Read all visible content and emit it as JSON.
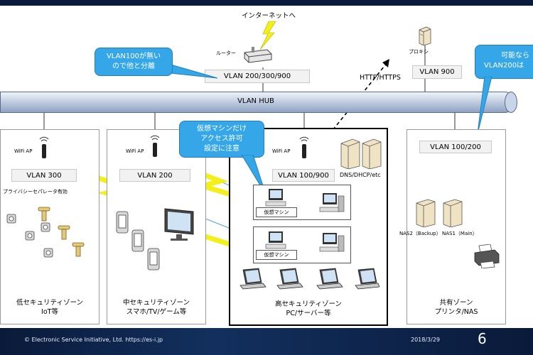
{
  "internet": {
    "label": "インターネットへ"
  },
  "router": {
    "label": "ルーター"
  },
  "proxy": {
    "label": "プロキシ"
  },
  "vlan_router": "VLAN 200/300/900",
  "vlan_proxy": "VLAN 900",
  "http_label": "HTTP/HTTPS",
  "hub_label": "VLAN HUB",
  "callouts": {
    "vlan100": "VLAN100が無いので他と分離",
    "right": [
      "可能なら",
      "VLAN200は"
    ],
    "vm": [
      "仮想マシンだけ",
      "アクセス許可",
      "設定に注意"
    ]
  },
  "zones": {
    "low": {
      "ap": "WiFi AP",
      "vlan": "VLAN 300",
      "note": "プライバシーセパレータ有効",
      "title": [
        "低セキュリティゾーン",
        "IoT等"
      ]
    },
    "mid": {
      "ap": "WiFi AP",
      "vlan": "VLAN 200",
      "title": [
        "中セキュリティゾーン",
        "スマホ/TV/ゲーム等"
      ]
    },
    "high": {
      "ap": "WiFi AP",
      "vlan": "VLAN 100/900",
      "servers": "DNS/DHCP/etc",
      "vm1": "仮想マシン",
      "vm2": "仮想マシン",
      "title": [
        "高セキュリティゾーン",
        "PC/サーバー等"
      ]
    },
    "shared": {
      "vlan": "VLAN 100/200",
      "nas2": "NAS2（Backup）",
      "nas1": "NAS1（Main）",
      "title": [
        "共有ゾーン",
        "プリンタ/NAS"
      ]
    }
  },
  "footer": {
    "copyright": "© Electronic Service Initiative, Ltd. https://es-i.jp",
    "date": "2018/3/29",
    "page": "6"
  },
  "colors": {
    "accent": "#35a7e8",
    "hub": "#b9c7dd",
    "footer": "#0a1a3a",
    "lightning": "#f2ef1a"
  }
}
